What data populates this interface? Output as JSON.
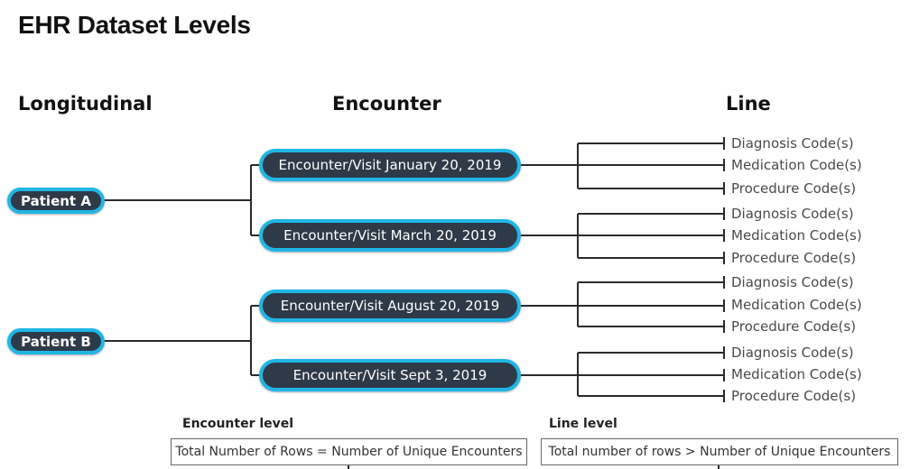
{
  "title": "EHR Dataset Levels",
  "columns": {
    "longitudinal": "Longitudinal",
    "encounter": "Encounter",
    "line": "Line"
  },
  "patients": [
    {
      "label": "Patient A"
    },
    {
      "label": "Patient B"
    }
  ],
  "encounters": [
    {
      "label": "Encounter/Visit  January 20, 2019"
    },
    {
      "label": "Encounter/Visit  March 20, 2019"
    },
    {
      "label": "Encounter/Visit August  20, 2019"
    },
    {
      "label": "Encounter/Visit  Sept 3, 2019"
    }
  ],
  "codes": [
    "Diagnosis Code(s)",
    "Medication Code(s)",
    "Procedure Code(s)"
  ],
  "levels": {
    "encounter": {
      "label": "Encounter level",
      "text": "Total Number of Rows = Number of Unique Encounters"
    },
    "line": {
      "label": "Line level",
      "text": "Total number of rows > Number of Unique Encounters"
    }
  },
  "colors": {
    "pill_fill": "#2f3a48",
    "pill_border": "#1fb6e6",
    "connector": "#2b2b2b"
  }
}
